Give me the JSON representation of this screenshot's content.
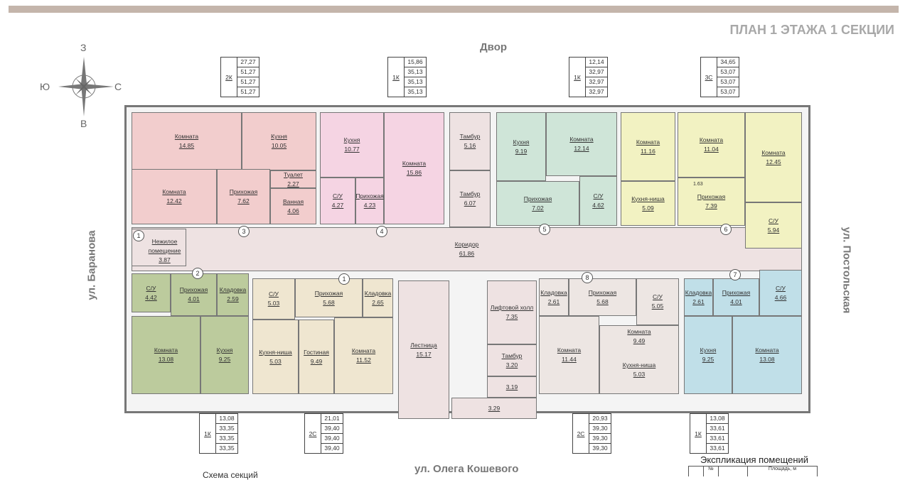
{
  "header": {
    "title": "ПЛАН 1 ЭТАЖА 1 СЕКЦИИ"
  },
  "labels": {
    "yard": "Двор",
    "street_left": "ул. Баранова",
    "street_right": "ул. Постольская",
    "street_bottom": "ул. Олега Кошевого",
    "scheme": "Схема секций",
    "explication": "Экспликация помещений",
    "expl_col_no": "№",
    "expl_col_area": "Площадь, м",
    "hall_mark": "1.63"
  },
  "compass": {
    "north": "З",
    "west": "Ю",
    "east": "С",
    "south": "В"
  },
  "colors": {
    "apt_2k": "#f2cdcd",
    "apt_1k_top": "#f5d4e3",
    "apt_1k_green": "#cfe5d8",
    "apt_3c": "#f2f2c2",
    "corridor": "#eee2e2",
    "apt_1k_olive": "#bccb9d",
    "apt_2c_beige": "#efe6d0",
    "apt_2c_grey": "#ede6e3",
    "apt_1k_blue": "#c0dfe8"
  },
  "rooms": [
    {
      "name": "Комната",
      "area": "14.85"
    },
    {
      "name": "Кухня",
      "area": "10.05"
    },
    {
      "name": "Комната",
      "area": "12.42"
    },
    {
      "name": "Прихожая",
      "area": "7.62"
    },
    {
      "name": "Туалет",
      "area": "2.27"
    },
    {
      "name": "Ванная",
      "area": "4.06"
    },
    {
      "name": "Кухня",
      "area": "10.77"
    },
    {
      "name": "Комната",
      "area": "15.86"
    },
    {
      "name": "С/У",
      "area": "4.27"
    },
    {
      "name": "Прихожая",
      "area": "4.23"
    },
    {
      "name": "Тамбур",
      "area": "5.16"
    },
    {
      "name": "Тамбур",
      "area": "6.07"
    },
    {
      "name": "Кухня",
      "area": "9.19"
    },
    {
      "name": "Комната",
      "area": "12.14"
    },
    {
      "name": "Прихожая",
      "area": "7.02"
    },
    {
      "name": "С/У",
      "area": "4.62"
    },
    {
      "name": "Комната",
      "area": "11.16"
    },
    {
      "name": "Кухня-ниша",
      "area": "5.09"
    },
    {
      "name": "Комната",
      "area": "11.04"
    },
    {
      "name": "Прихожая",
      "area": "7.39"
    },
    {
      "name": "Комната",
      "area": "12.45"
    },
    {
      "name": "С/У",
      "area": "5.94"
    },
    {
      "name": "Коридор",
      "area": "61.86"
    },
    {
      "name": "Нежилое помещение",
      "area": "3.87"
    },
    {
      "name": "С/У",
      "area": "4.42"
    },
    {
      "name": "Прихожая",
      "area": "4.01"
    },
    {
      "name": "Кладовка",
      "area": "2.59"
    },
    {
      "name": "Комната",
      "area": "13.08"
    },
    {
      "name": "Кухня",
      "area": "9.25"
    },
    {
      "name": "С/У",
      "area": "5.03"
    },
    {
      "name": "Прихожая",
      "area": "5.68"
    },
    {
      "name": "Кладовка",
      "area": "2.65"
    },
    {
      "name": "Кухня-ниша",
      "area": "5.03"
    },
    {
      "name": "Гостиная",
      "area": "9.49"
    },
    {
      "name": "Комната",
      "area": "11.52"
    },
    {
      "name": "Лестница",
      "area": "15.17"
    },
    {
      "name": "Лифтовой холл",
      "area": "7.35"
    },
    {
      "name": "Тамбур",
      "area": "3.20"
    },
    {
      "name": "",
      "area": "3.19"
    },
    {
      "name": "",
      "area": "3.29"
    },
    {
      "name": "Кладовка",
      "area": "2.61"
    },
    {
      "name": "Прихожая",
      "area": "5.68"
    },
    {
      "name": "С/У",
      "area": "5.05"
    },
    {
      "name": "Комната",
      "area": "11.44"
    },
    {
      "name": "Комната",
      "area": "9.49"
    },
    {
      "name": "Кухня-ниша",
      "area": "5.03"
    },
    {
      "name": "Кладовка",
      "area": "2.61"
    },
    {
      "name": "Прихожая",
      "area": "4.01"
    },
    {
      "name": "С/У",
      "area": "4.66"
    },
    {
      "name": "Кухня",
      "area": "9.25"
    },
    {
      "name": "Комната",
      "area": "13.08"
    }
  ],
  "apartments": [
    {
      "type": "2К",
      "values": [
        "27,27",
        "51,27",
        "51,27",
        "51,27"
      ]
    },
    {
      "type": "1К",
      "values": [
        "15,86",
        "35,13",
        "35,13",
        "35,13"
      ]
    },
    {
      "type": "1К",
      "values": [
        "12,14",
        "32,97",
        "32,97",
        "32,97"
      ]
    },
    {
      "type": "3С",
      "values": [
        "34,65",
        "53,07",
        "53,07",
        "53,07"
      ]
    },
    {
      "type": "1К",
      "values": [
        "13,08",
        "33,35",
        "33,35",
        "33,35"
      ]
    },
    {
      "type": "2С",
      "values": [
        "21,01",
        "39,40",
        "39,40",
        "39,40"
      ]
    },
    {
      "type": "2С",
      "values": [
        "20,93",
        "39,30",
        "39,30",
        "39,30"
      ]
    },
    {
      "type": "1К",
      "values": [
        "13,08",
        "33,61",
        "33,61",
        "33,61"
      ]
    }
  ],
  "entrances": [
    "1",
    "2",
    "3",
    "4",
    "5",
    "6",
    "7",
    "8",
    "1"
  ]
}
